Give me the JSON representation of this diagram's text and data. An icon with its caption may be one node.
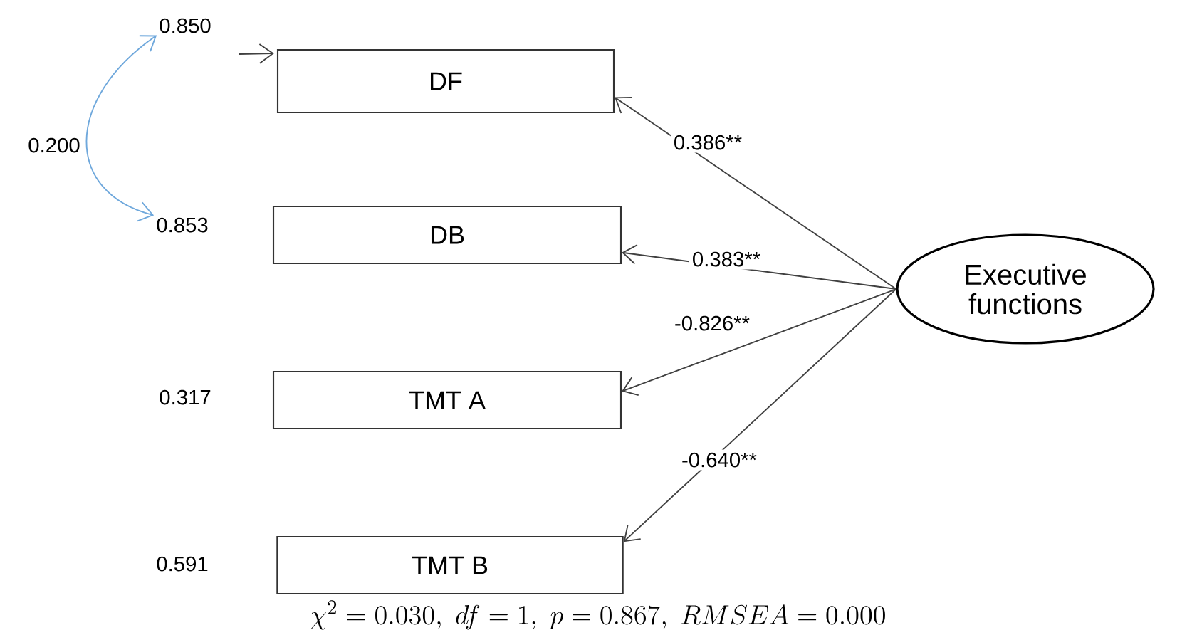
{
  "diagram": {
    "caption": "\\chi^{2} = 0.030,\\ df = 1,\\ p = 0.867,\\ RMSEA = 0.000",
    "nodes": [
      {
        "text": [
          "DF"
        ]
      },
      {
        "text": [
          "DB"
        ]
      },
      {
        "text": [
          "TMT A"
        ],
        "beside": [
          "0.317"
        ]
      },
      {
        "text": [
          "TMT B"
        ],
        "beside": [
          "0.591"
        ]
      },
      {
        "text": [
          "Executive functions"
        ]
      },
      {
        "text": [
          "0.850"
        ]
      },
      {
        "text": [
          "0.853"
        ]
      }
    ],
    "edges": [
      {
        "from": 4,
        "to": 0,
        "arrow": "to",
        "label": "0.386**"
      },
      {
        "from": 4,
        "to": 1,
        "arrow": "to",
        "label": "0.383**"
      },
      {
        "from": 4,
        "to": 2,
        "arrow": "to",
        "label": "-0.826**"
      },
      {
        "from": 4,
        "to": 3,
        "arrow": "to",
        "label": "-0.640**"
      },
      {
        "from": 5,
        "to": 0,
        "arrow": "to"
      },
      {
        "from": 5,
        "to": 6,
        "arrow": "both",
        "label": "0.200",
        "color": "#6fa8dc"
      }
    ]
  }
}
